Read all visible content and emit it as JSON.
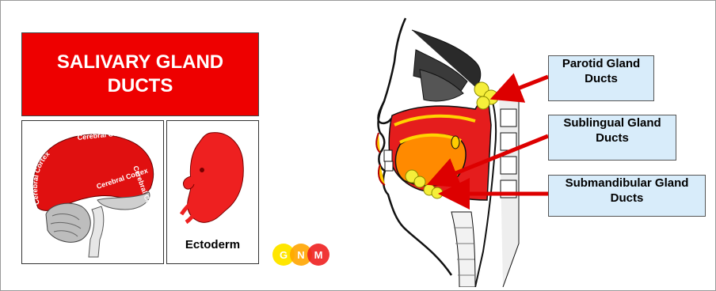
{
  "title": {
    "line1": "SALIVARY GLAND",
    "line2": "DUCTS"
  },
  "brain_panel": {
    "cortex_labels": [
      "Cerebral Cortex",
      "Cerebral Cortex",
      "Cerebral Cortex",
      "Cerebral Cortex"
    ]
  },
  "embryo_panel": {
    "label": "Ectoderm"
  },
  "logo": {
    "letters": [
      "G",
      "N",
      "M"
    ]
  },
  "callouts": [
    {
      "line1": "Parotid Gland",
      "line2": "Ducts"
    },
    {
      "line1": "Sublingual Gland",
      "line2": "Ducts"
    },
    {
      "line1": "Submandibular Gland",
      "line2": "Ducts"
    }
  ],
  "colors": {
    "title_bg": "#ee0000",
    "callout_bg": "#d8ecfa",
    "arrow": "#dd0000",
    "gland_yellow": "#f5ee3a",
    "tongue_orange": "#ff8800"
  }
}
